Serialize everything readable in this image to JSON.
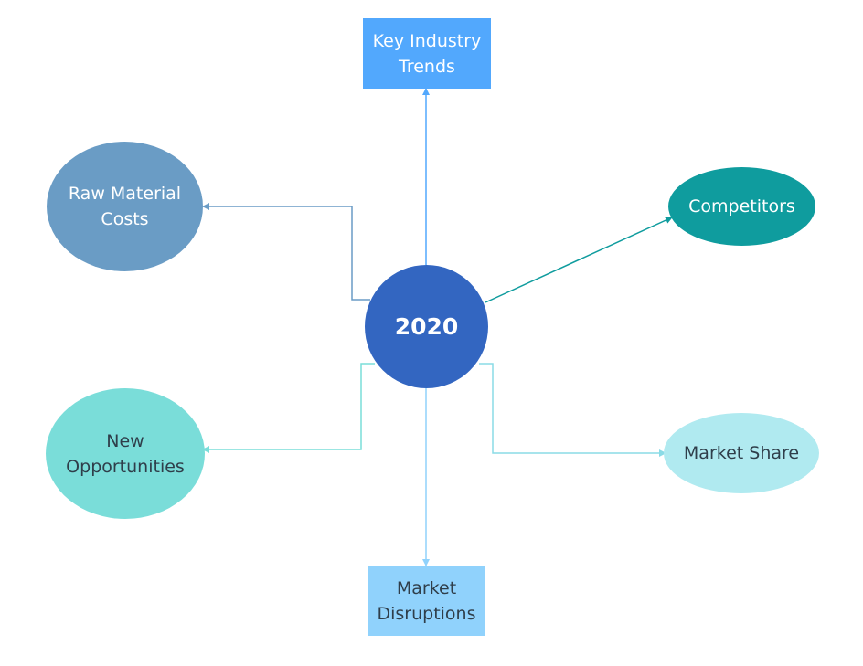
{
  "diagram": {
    "center": {
      "label": "2020",
      "color": "#3366C1"
    },
    "nodes": {
      "key_industry_trends": {
        "label": "Key Industry\nTrends",
        "color": "#52A8FD"
      },
      "raw_material_costs": {
        "label": "Raw Material\nCosts",
        "color": "#6A9CC5"
      },
      "competitors": {
        "label": "Competitors",
        "color": "#0F9C9E"
      },
      "new_opportunities": {
        "label": "New\nOpportunities",
        "color": "#7ADDD9"
      },
      "market_share": {
        "label": "Market Share",
        "color": "#B0EAF0"
      },
      "market_disruptions": {
        "label": "Market\nDisruptions",
        "color": "#90D2FC"
      }
    }
  }
}
